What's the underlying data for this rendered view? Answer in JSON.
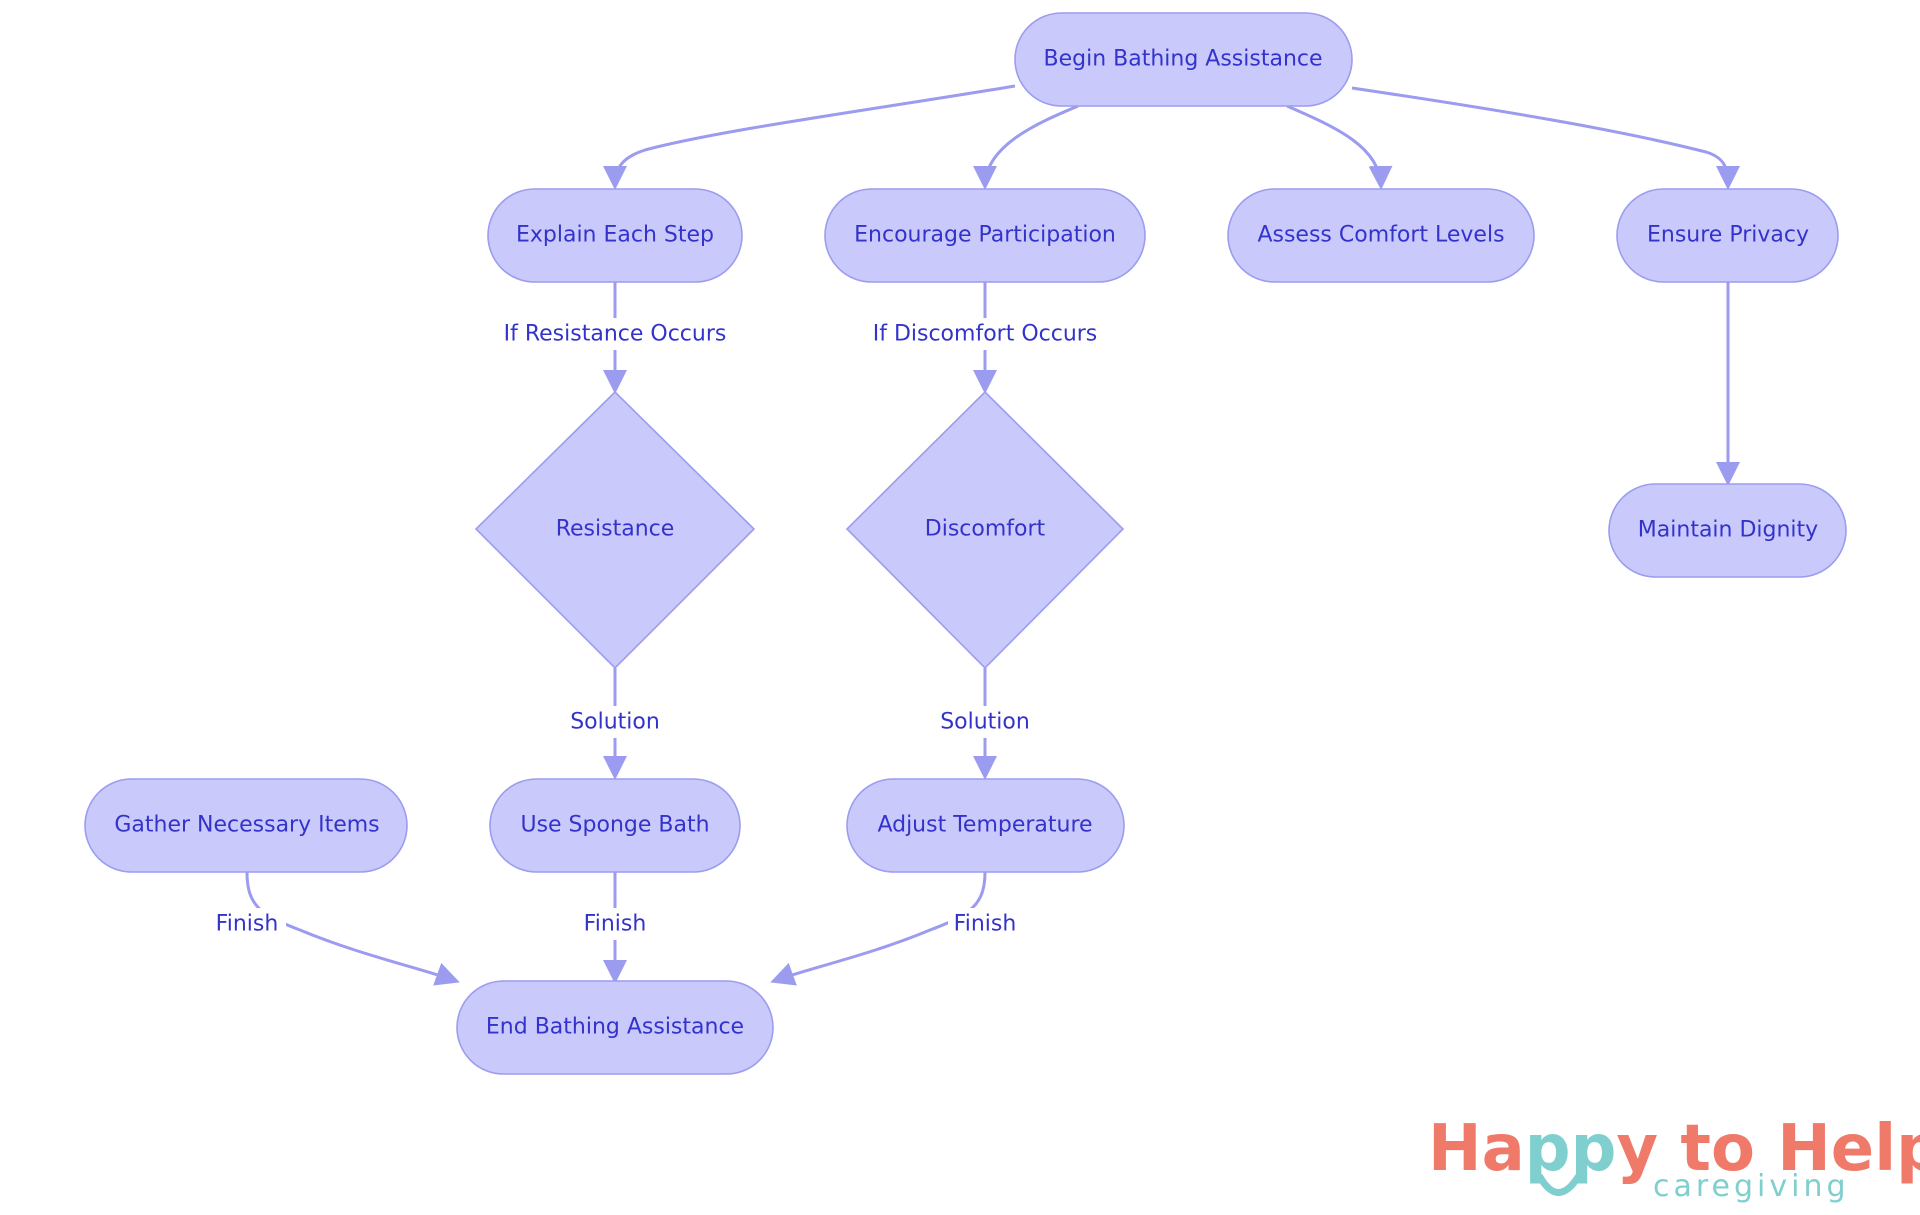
{
  "nodes": {
    "begin": "Begin Bathing Assistance",
    "explain": "Explain Each Step",
    "encourage": "Encourage Participation",
    "assess": "Assess Comfort Levels",
    "privacy": "Ensure Privacy",
    "resistance": "Resistance",
    "discomfort": "Discomfort",
    "dignity": "Maintain Dignity",
    "gather": "Gather Necessary Items",
    "sponge": "Use Sponge Bath",
    "temperature": "Adjust Temperature",
    "end": "End Bathing Assistance"
  },
  "edge_labels": {
    "if_resistance": "If Resistance Occurs",
    "if_discomfort": "If Discomfort Occurs",
    "solution_1": "Solution",
    "solution_2": "Solution",
    "finish_1": "Finish",
    "finish_2": "Finish",
    "finish_3": "Finish"
  },
  "logo": {
    "main_before": "Ha",
    "main_pp": "pp",
    "main_after": "y to Help",
    "sub": "caregiving"
  },
  "colors": {
    "node_fill": "#c9c9fb",
    "node_stroke": "#9c9cf0",
    "text": "#3333cc",
    "edge": "#9b9bf0",
    "logo_coral": "#f07a6a",
    "logo_teal": "#7fcfcf"
  }
}
